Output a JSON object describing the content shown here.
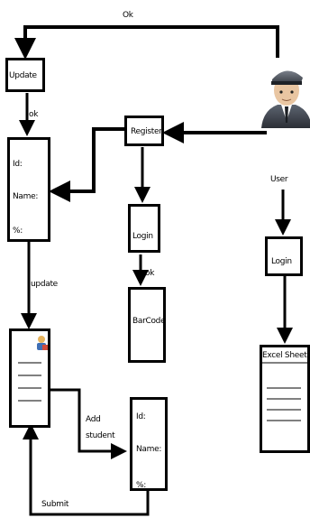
{
  "edges": {
    "ok_top": "Ok",
    "ok_update": "ok",
    "update": "update",
    "ok_login": "ok",
    "add_student_line1": "Add",
    "add_student_line2": "student",
    "submit": "Submit"
  },
  "nodes": {
    "update": "Update",
    "register": "Register",
    "login_center": "Login",
    "barcode": "BarCode",
    "user": "User",
    "login_right": "Login",
    "excel": "Excel Sheet",
    "form_left": {
      "id": "Id:",
      "name": "Name:",
      "percent": "%:"
    },
    "form_bottom": {
      "id": "Id:",
      "name": "Name:",
      "percent": "%:"
    }
  }
}
